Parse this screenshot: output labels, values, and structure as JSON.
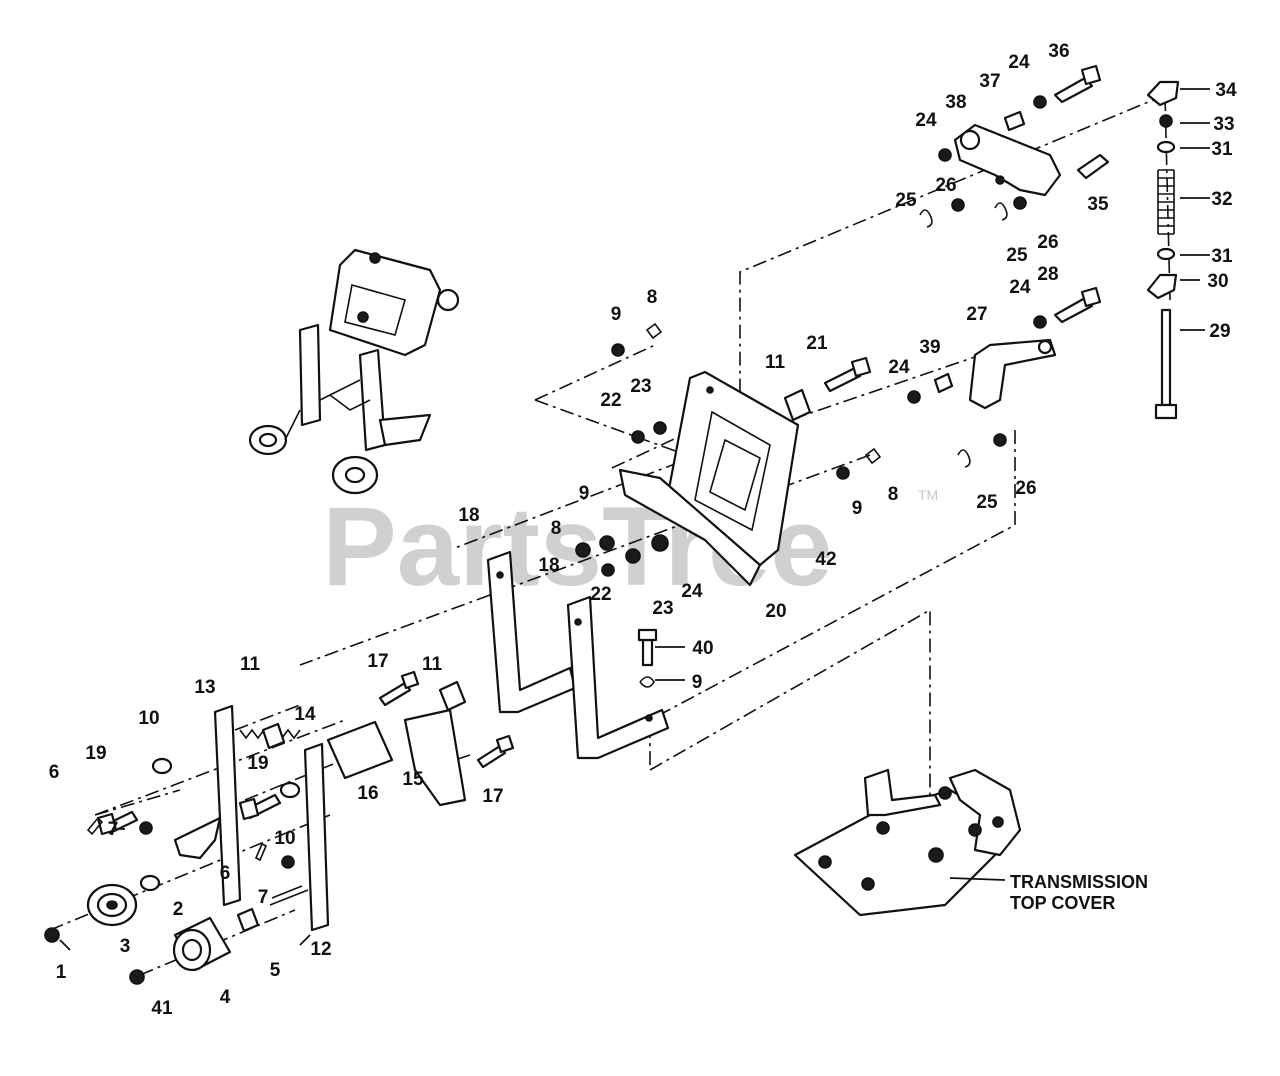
{
  "watermark": {
    "text": "PartsTree",
    "trademark": "TM"
  },
  "transmission_label": {
    "line1": "TRANSMISSION",
    "line2": "TOP COVER"
  },
  "callouts": [
    {
      "id": "c1",
      "label": "1"
    },
    {
      "id": "c2",
      "label": "2"
    },
    {
      "id": "c3",
      "label": "3"
    },
    {
      "id": "c4",
      "label": "4"
    },
    {
      "id": "c5",
      "label": "5"
    },
    {
      "id": "c6a",
      "label": "6"
    },
    {
      "id": "c6b",
      "label": "6"
    },
    {
      "id": "c7a",
      "label": "7"
    },
    {
      "id": "c7b",
      "label": "7"
    },
    {
      "id": "c8a",
      "label": "8"
    },
    {
      "id": "c8b",
      "label": "8"
    },
    {
      "id": "c8c",
      "label": "8"
    },
    {
      "id": "c9a",
      "label": "9"
    },
    {
      "id": "c9b",
      "label": "9"
    },
    {
      "id": "c9c",
      "label": "9"
    },
    {
      "id": "c9d",
      "label": "9"
    },
    {
      "id": "c10a",
      "label": "10"
    },
    {
      "id": "c10b",
      "label": "10"
    },
    {
      "id": "c11a",
      "label": "11"
    },
    {
      "id": "c11b",
      "label": "11"
    },
    {
      "id": "c11c",
      "label": "11"
    },
    {
      "id": "c12",
      "label": "12"
    },
    {
      "id": "c13",
      "label": "13"
    },
    {
      "id": "c14",
      "label": "14"
    },
    {
      "id": "c15",
      "label": "15"
    },
    {
      "id": "c16",
      "label": "16"
    },
    {
      "id": "c17a",
      "label": "17"
    },
    {
      "id": "c17b",
      "label": "17"
    },
    {
      "id": "c18a",
      "label": "18"
    },
    {
      "id": "c18b",
      "label": "18"
    },
    {
      "id": "c19a",
      "label": "19"
    },
    {
      "id": "c19b",
      "label": "19"
    },
    {
      "id": "c20",
      "label": "20"
    },
    {
      "id": "c21",
      "label": "21"
    },
    {
      "id": "c22a",
      "label": "22"
    },
    {
      "id": "c22b",
      "label": "22"
    },
    {
      "id": "c23a",
      "label": "23"
    },
    {
      "id": "c23b",
      "label": "23"
    },
    {
      "id": "c24a",
      "label": "24"
    },
    {
      "id": "c24b",
      "label": "24"
    },
    {
      "id": "c24c",
      "label": "24"
    },
    {
      "id": "c24d",
      "label": "24"
    },
    {
      "id": "c24e",
      "label": "24"
    },
    {
      "id": "c25a",
      "label": "25"
    },
    {
      "id": "c25b",
      "label": "25"
    },
    {
      "id": "c25c",
      "label": "25"
    },
    {
      "id": "c26a",
      "label": "26"
    },
    {
      "id": "c26b",
      "label": "26"
    },
    {
      "id": "c26c",
      "label": "26"
    },
    {
      "id": "c27",
      "label": "27"
    },
    {
      "id": "c28",
      "label": "28"
    },
    {
      "id": "c29",
      "label": "29"
    },
    {
      "id": "c30",
      "label": "30"
    },
    {
      "id": "c31a",
      "label": "31"
    },
    {
      "id": "c31b",
      "label": "31"
    },
    {
      "id": "c32",
      "label": "32"
    },
    {
      "id": "c33",
      "label": "33"
    },
    {
      "id": "c34",
      "label": "34"
    },
    {
      "id": "c35",
      "label": "35"
    },
    {
      "id": "c36",
      "label": "36"
    },
    {
      "id": "c37",
      "label": "37"
    },
    {
      "id": "c38",
      "label": "38"
    },
    {
      "id": "c39",
      "label": "39"
    },
    {
      "id": "c40",
      "label": "40"
    },
    {
      "id": "c41",
      "label": "41"
    },
    {
      "id": "c42",
      "label": "42"
    }
  ]
}
